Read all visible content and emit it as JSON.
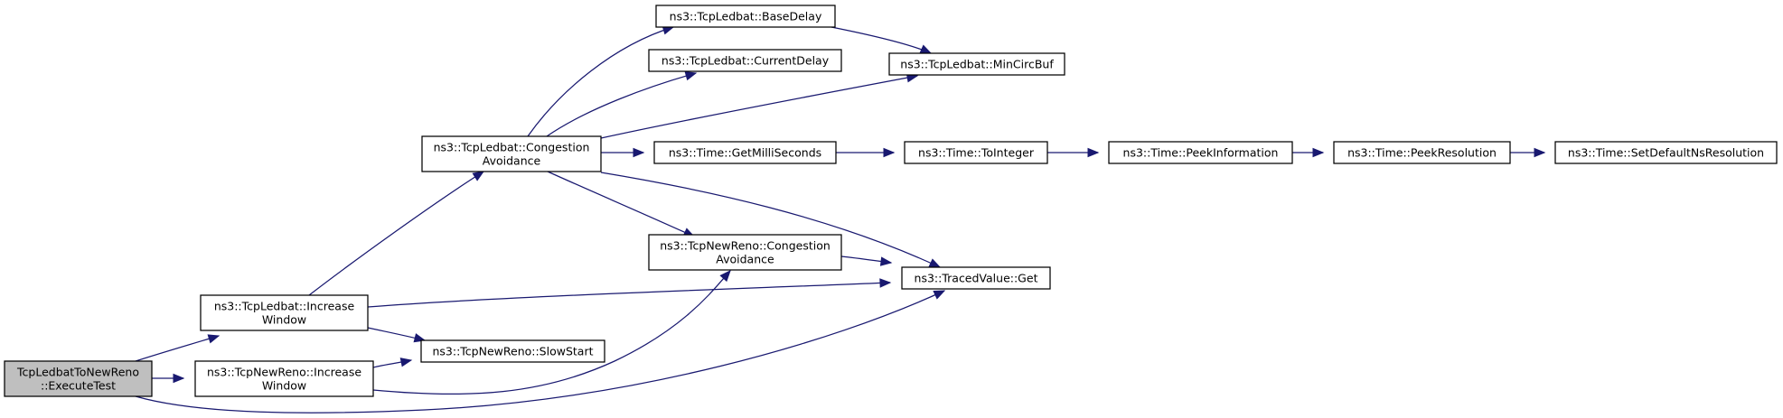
{
  "graph": {
    "colors": {
      "edge": "#191970",
      "root_fill": "#bfbfbf",
      "node_fill": "#ffffff",
      "border": "#000000"
    },
    "nodes": [
      {
        "id": "n0",
        "lines": [
          "TcpLedbatToNewReno",
          "::ExecuteTest"
        ],
        "highlighted": true
      },
      {
        "id": "n1",
        "lines": [
          "ns3::TcpLedbat::Increase",
          "Window"
        ]
      },
      {
        "id": "n2",
        "lines": [
          "ns3::TcpNewReno::Increase",
          "Window"
        ]
      },
      {
        "id": "n3",
        "lines": [
          "ns3::TcpLedbat::Congestion",
          "Avoidance"
        ]
      },
      {
        "id": "n4",
        "lines": [
          "ns3::TcpNewReno::SlowStart"
        ]
      },
      {
        "id": "n5",
        "lines": [
          "ns3::TcpLedbat::BaseDelay"
        ]
      },
      {
        "id": "n6",
        "lines": [
          "ns3::TcpLedbat::CurrentDelay"
        ]
      },
      {
        "id": "n7",
        "lines": [
          "ns3::Time::GetMilliSeconds"
        ]
      },
      {
        "id": "n8",
        "lines": [
          "ns3::TcpNewReno::Congestion",
          "Avoidance"
        ]
      },
      {
        "id": "n9",
        "lines": [
          "ns3::TcpLedbat::MinCircBuf"
        ]
      },
      {
        "id": "n10",
        "lines": [
          "ns3::Time::ToInteger"
        ]
      },
      {
        "id": "n11",
        "lines": [
          "ns3::TracedValue::Get"
        ]
      },
      {
        "id": "n12",
        "lines": [
          "ns3::Time::PeekInformation"
        ]
      },
      {
        "id": "n13",
        "lines": [
          "ns3::Time::PeekResolution"
        ]
      },
      {
        "id": "n14",
        "lines": [
          "ns3::Time::SetDefaultNsResolution"
        ]
      }
    ],
    "edges": [
      {
        "from": "n0",
        "to": "n1"
      },
      {
        "from": "n0",
        "to": "n2"
      },
      {
        "from": "n0",
        "to": "n11"
      },
      {
        "from": "n1",
        "to": "n3"
      },
      {
        "from": "n1",
        "to": "n11"
      },
      {
        "from": "n1",
        "to": "n4"
      },
      {
        "from": "n2",
        "to": "n4"
      },
      {
        "from": "n2",
        "to": "n8"
      },
      {
        "from": "n3",
        "to": "n5"
      },
      {
        "from": "n3",
        "to": "n6"
      },
      {
        "from": "n3",
        "to": "n9"
      },
      {
        "from": "n3",
        "to": "n7"
      },
      {
        "from": "n3",
        "to": "n8"
      },
      {
        "from": "n3",
        "to": "n11"
      },
      {
        "from": "n5",
        "to": "n9"
      },
      {
        "from": "n7",
        "to": "n10"
      },
      {
        "from": "n10",
        "to": "n12"
      },
      {
        "from": "n12",
        "to": "n13"
      },
      {
        "from": "n13",
        "to": "n14"
      },
      {
        "from": "n8",
        "to": "n11"
      }
    ]
  }
}
